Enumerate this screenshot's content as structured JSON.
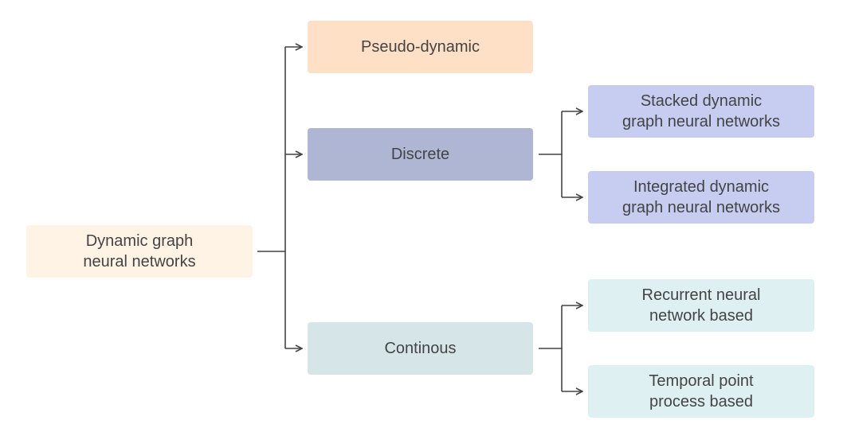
{
  "diagram": {
    "root": {
      "line1": "Dynamic graph",
      "line2": "neural networks"
    },
    "categories": {
      "pseudo_dynamic": "Pseudo-dynamic",
      "discrete": "Discrete",
      "continuous": "Continous"
    },
    "discrete_children": [
      {
        "line1": "Stacked dynamic",
        "line2": "graph neural networks"
      },
      {
        "line1": "Integrated dynamic",
        "line2": "graph neural networks"
      }
    ],
    "continuous_children": [
      {
        "line1": "Recurrent neural",
        "line2": "network based"
      },
      {
        "line1": "Temporal point",
        "line2": "process based"
      }
    ]
  },
  "colors": {
    "root": "#fff3e6",
    "pseudo_dynamic": "#fde0c6",
    "discrete": "#afb6d3",
    "continuous": "#d6e6e8",
    "discrete_children": "#c6cdf0",
    "continuous_children": "#dff0f2",
    "connector": "#444444",
    "text": "#444444"
  }
}
